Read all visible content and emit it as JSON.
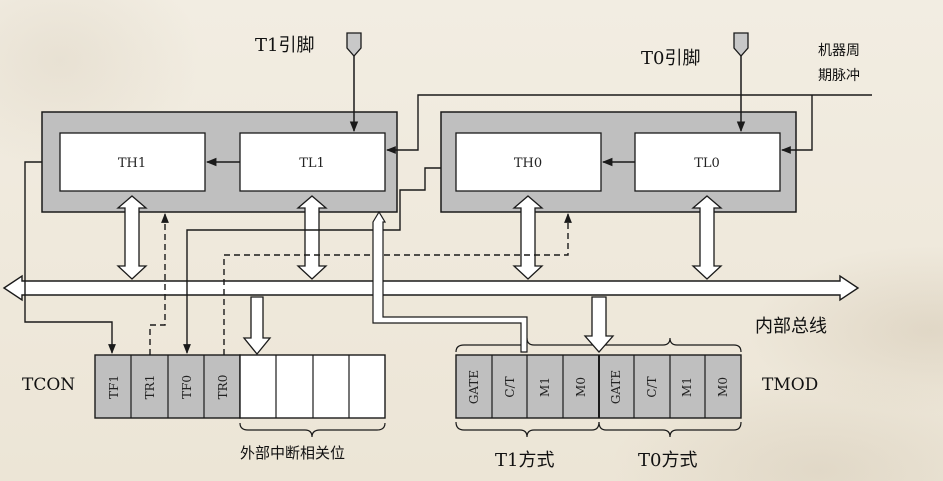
{
  "labels": {
    "t1_pin": "T1引脚",
    "t0_pin": "T0引脚",
    "machine_cycle_line1": "机器周",
    "machine_cycle_line2": "期脉冲",
    "internal_bus": "内部总线",
    "tcon": "TCON",
    "tmod": "TMOD",
    "external_interrupt_bits": "外部中断相关位",
    "t1_mode": "T1方式",
    "t0_mode": "T0方式"
  },
  "registers": {
    "th1": "TH1",
    "tl1": "TL1",
    "th0": "TH0",
    "tl0": "TL0"
  },
  "tcon_bits": [
    "TF1",
    "TR1",
    "TF0",
    "TR0",
    "",
    "",
    "",
    ""
  ],
  "tmod_bits": [
    "GATE",
    "C/T",
    "M1",
    "M0",
    "GATE",
    "C/T",
    "M1",
    "M0"
  ],
  "colors": {
    "register_fill": "#bfbfbf",
    "box_fill": "#ffffff",
    "line": "#1a1a1a",
    "bus_fill": "#ffffff"
  }
}
